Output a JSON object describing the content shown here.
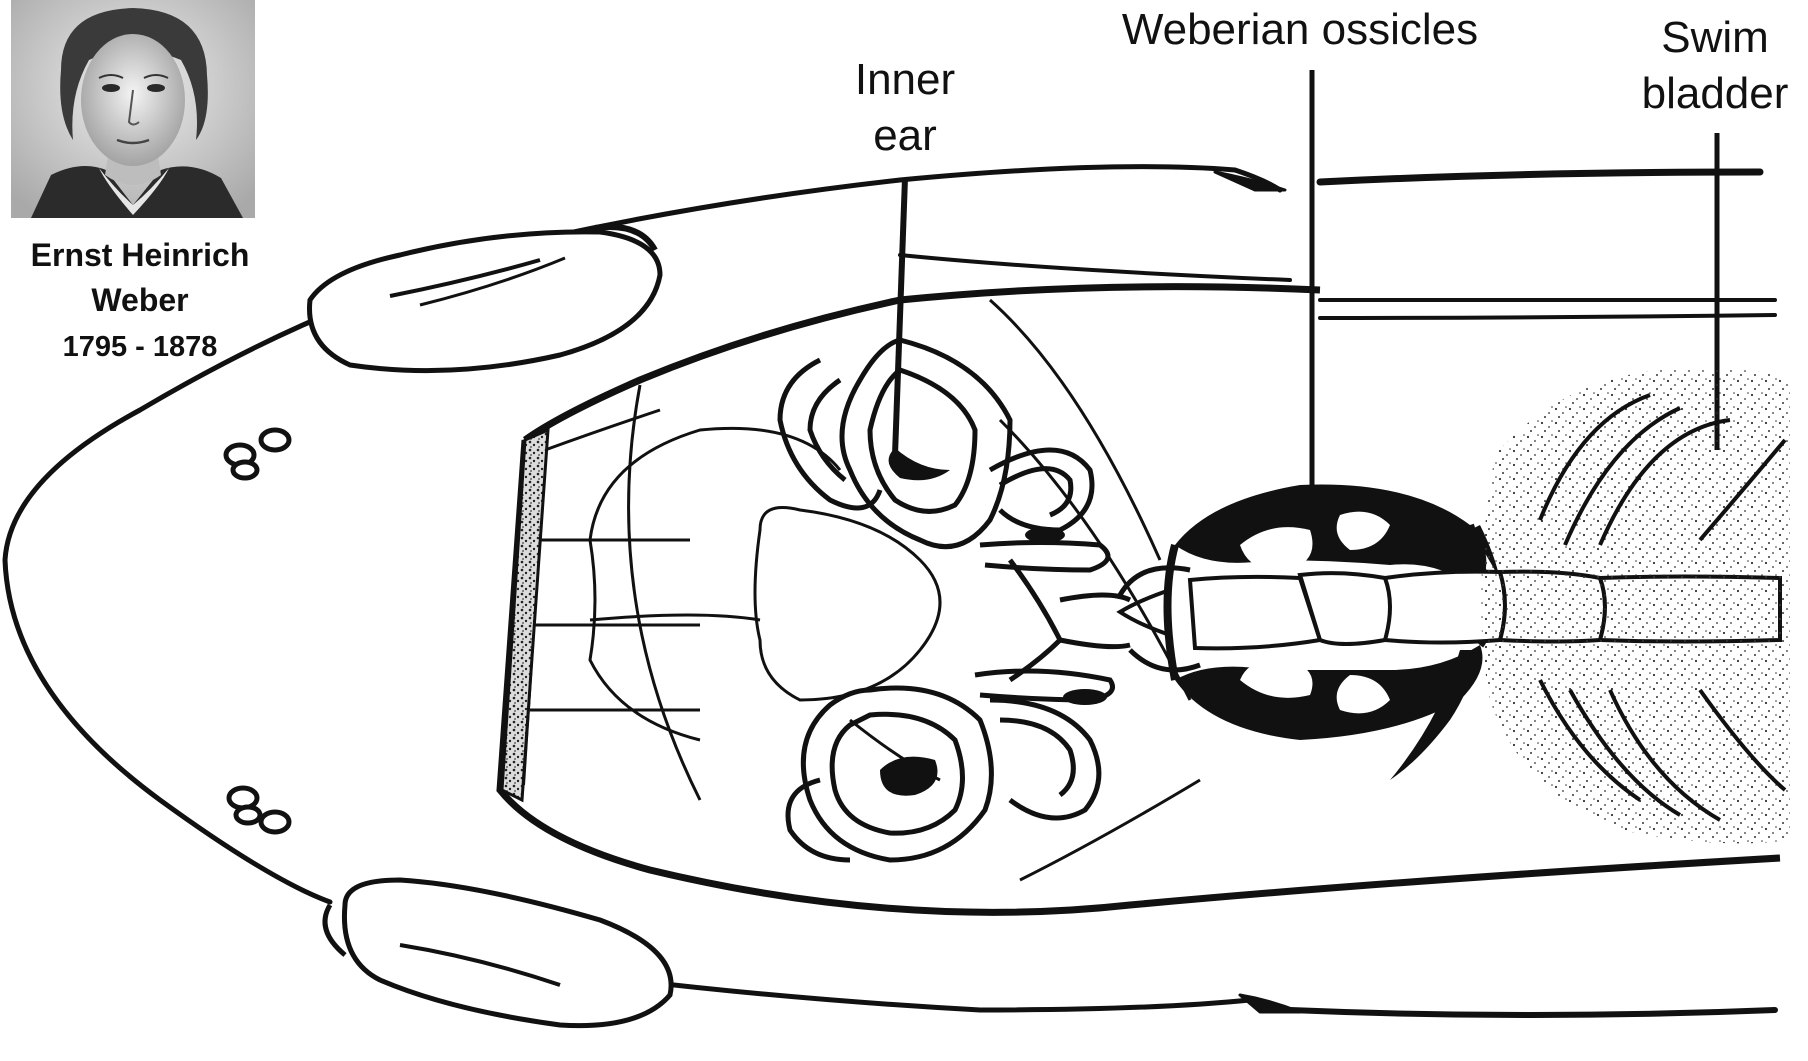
{
  "portrait": {
    "name_line1": "Ernst Heinrich",
    "name_line2": "Weber",
    "years": "1795 - 1878"
  },
  "labels": {
    "inner_ear_line1": "Inner",
    "inner_ear_line2": "ear",
    "weberian_ossicles": "Weberian ossicles",
    "swim_bladder_line1": "Swim",
    "swim_bladder_line2": "bladder"
  },
  "colors": {
    "ink": "#111111",
    "paper": "#ffffff",
    "stipple": "#6b6b6b"
  }
}
